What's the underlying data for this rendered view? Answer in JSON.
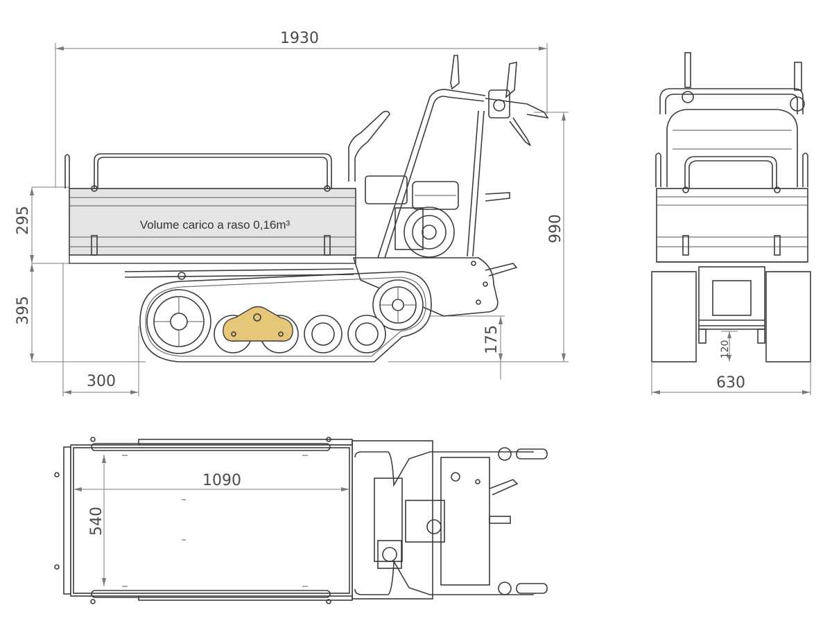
{
  "side_view": {
    "overall_length": "1930",
    "bed_height": "295",
    "frame_height": "395",
    "overall_height": "990",
    "ground_clearance": "175",
    "rear_overhang": "300",
    "load_label": "Volume carico a raso 0,16m³"
  },
  "front_view": {
    "track_width": "630",
    "clearance": "120"
  },
  "top_view": {
    "bed_length": "1090",
    "bed_width": "540"
  },
  "colors": {
    "line": "#3a3a3a",
    "dimension": "#7a7a7a",
    "bed_fill": "#e4e4e4",
    "highlight": "#e6c77a"
  }
}
